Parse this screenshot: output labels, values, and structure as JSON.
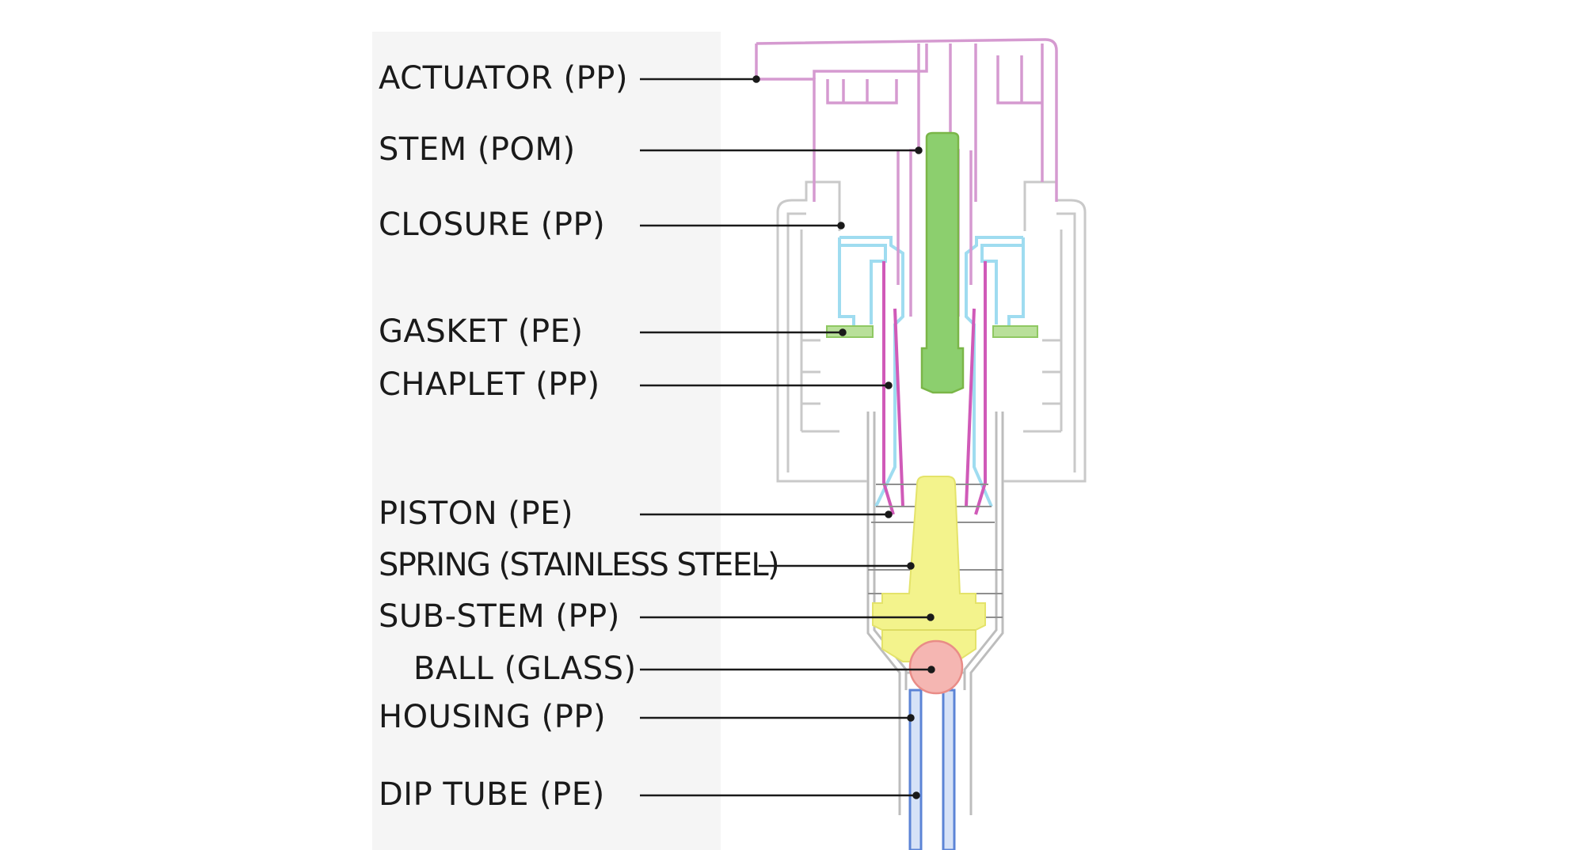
{
  "diagram": {
    "parts": [
      {
        "key": "actuator",
        "label": "ACTUATOR  (PP)",
        "color": "#d59ad0"
      },
      {
        "key": "stem",
        "label": "STEM  (POM)",
        "color": "#7ab648"
      },
      {
        "key": "closure",
        "label": "CLOSURE  (PP)",
        "color": "#c9c9c9"
      },
      {
        "key": "gasket",
        "label": "GASKET  (PE)",
        "color": "#8fc862"
      },
      {
        "key": "chaplet",
        "label": "CHAPLET  (PP)",
        "color": "#9fdcf0"
      },
      {
        "key": "piston",
        "label": "PISTON  (PE)",
        "color": "#d05ab8"
      },
      {
        "key": "spring",
        "label": "SPRING (STAINLESS STEEL)",
        "color": "#8f8f8f"
      },
      {
        "key": "sub_stem",
        "label": "SUB-STEM  (PP)",
        "color": "#f1f07a"
      },
      {
        "key": "ball",
        "label": "BALL  (GLASS)",
        "color": "#f3aaa6"
      },
      {
        "key": "housing",
        "label": "HOUSING  (PP)",
        "color": "#bdbdbd"
      },
      {
        "key": "dip_tube",
        "label": "DIP TUBE  (PE)",
        "color": "#5c84d6"
      }
    ]
  }
}
